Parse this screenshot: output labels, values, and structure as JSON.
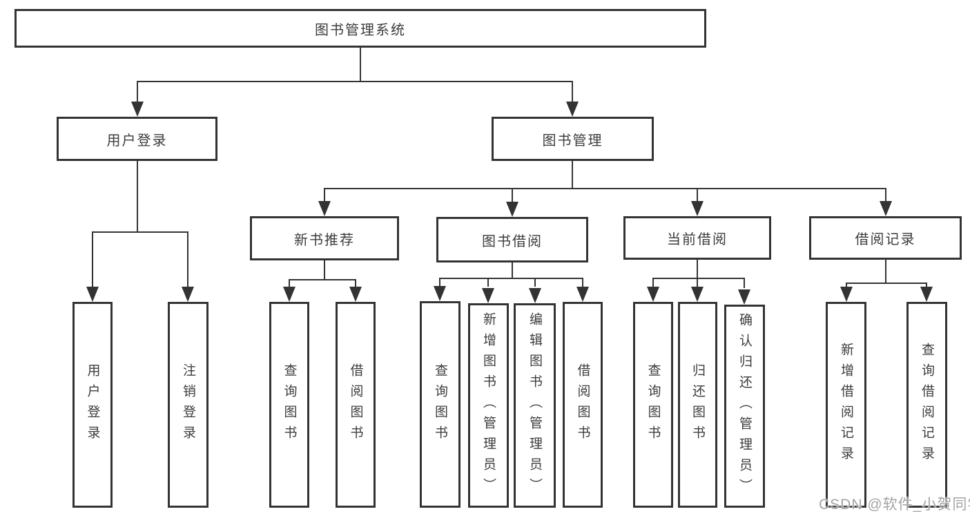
{
  "diagram": {
    "type": "hierarchy-tree",
    "root": {
      "label": "图书管理系统"
    },
    "level2": [
      {
        "label": "用户登录"
      },
      {
        "label": "图书管理"
      }
    ],
    "level3": [
      {
        "label": "新书推荐"
      },
      {
        "label": "图书借阅"
      },
      {
        "label": "当前借阅"
      },
      {
        "label": "借阅记录"
      }
    ],
    "leaves": {
      "user_login": [
        {
          "label": "用户登录"
        },
        {
          "label": "注销登录"
        }
      ],
      "new_book_rec": [
        {
          "label": "查询图书"
        },
        {
          "label": "借阅图书"
        }
      ],
      "book_borrow": [
        {
          "label": "查询图书"
        },
        {
          "label": "新增图书（管理员）"
        },
        {
          "label": "编辑图书（管理员）"
        },
        {
          "label": "借阅图书"
        }
      ],
      "current_borrow": [
        {
          "label": "查询图书"
        },
        {
          "label": "归还图书"
        },
        {
          "label": "确认归还（管理员）"
        }
      ],
      "borrow_record": [
        {
          "label": "新增借阅记录"
        },
        {
          "label": "查询借阅记录"
        }
      ]
    },
    "hierarchy": {
      "图书管理系统": {
        "用户登录": [
          "用户登录",
          "注销登录"
        ],
        "图书管理": {
          "新书推荐": [
            "查询图书",
            "借阅图书"
          ],
          "图书借阅": [
            "查询图书",
            "新增图书（管理员）",
            "编辑图书（管理员）",
            "借阅图书"
          ],
          "当前借阅": [
            "查询图书",
            "归还图书",
            "确认归还（管理员）"
          ],
          "借阅记录": [
            "新增借阅记录",
            "查询借阅记录"
          ]
        }
      }
    },
    "watermark": "CSDN @软件_小贺同学",
    "colors": {
      "line": "#333333",
      "box_border": "#333333",
      "text": "#3c3c3c",
      "background": "#ffffff",
      "watermark": "#a3a3a3"
    }
  }
}
